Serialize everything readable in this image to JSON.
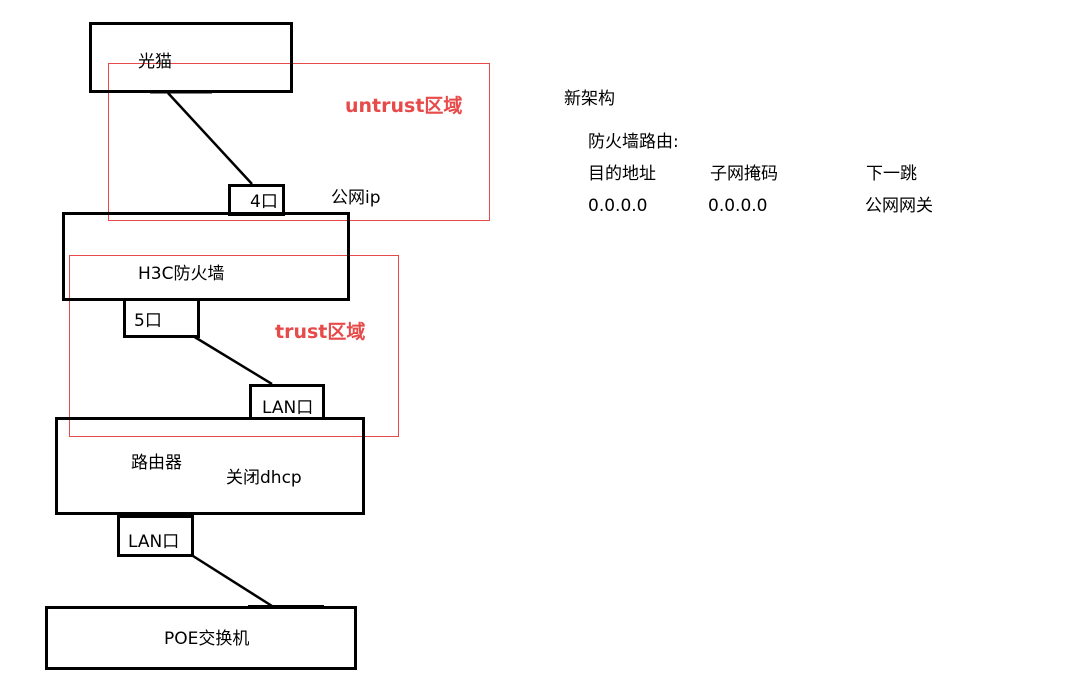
{
  "devices": {
    "modem": "光猫",
    "firewall": "H3C防火墙",
    "router": "路由器",
    "router_note": "关闭dhcp",
    "switch": "POE交换机"
  },
  "ports": {
    "fw_wan": "4口",
    "fw_wan_note": "公网ip",
    "fw_lan": "5口",
    "router_lan_in": "LAN口",
    "router_lan_out": "LAN口"
  },
  "zones": {
    "untrust": "untrust区域",
    "trust": "trust区域"
  },
  "notes": {
    "title": "新架构",
    "route_heading": "防火墙路由:",
    "columns": [
      "目的地址",
      "子网掩码",
      "下一跳"
    ],
    "row": [
      "0.0.0.0",
      "0.0.0.0",
      "公网网关"
    ]
  },
  "colors": {
    "zone": "#e84a4a",
    "line": "#000000"
  }
}
